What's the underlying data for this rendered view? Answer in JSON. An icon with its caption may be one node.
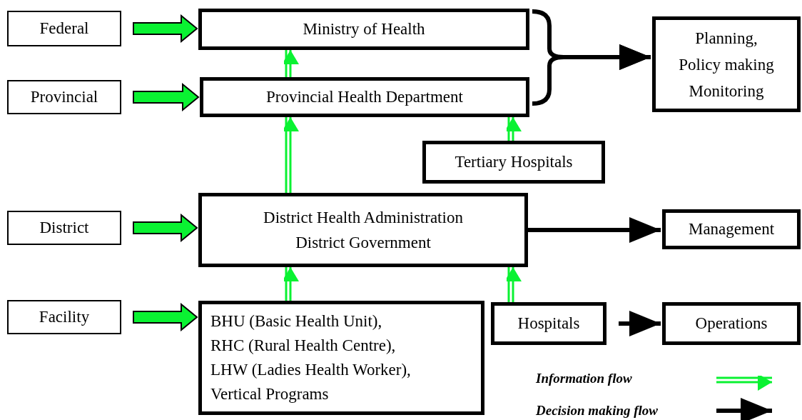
{
  "diagram": {
    "nodes": [
      {
        "text": [
          "Federal"
        ]
      },
      {
        "text": [
          "Ministry of Health"
        ]
      },
      {
        "text": [
          "Provincial"
        ]
      },
      {
        "text": [
          "Provincial Health Department"
        ]
      },
      {
        "text": [
          "Planning,",
          "Policy making",
          "Monitoring"
        ]
      },
      {
        "text": [
          "Tertiary Hospitals"
        ]
      },
      {
        "text": [
          "District"
        ]
      },
      {
        "text": [
          "District Health Administration",
          "District Government"
        ]
      },
      {
        "text": [
          "Management"
        ]
      },
      {
        "text": [
          "Facility"
        ]
      },
      {
        "text": [
          "BHU (Basic Health Unit),",
          "RHC (Rural Health Centre),",
          "LHW (Ladies Health Worker),",
          "Vertical Programs"
        ]
      },
      {
        "text": [
          "Hospitals"
        ]
      },
      {
        "text": [
          "Operations"
        ]
      }
    ],
    "edges": [
      {
        "from": 0,
        "to": 1,
        "arrow": "to",
        "style": "thick"
      },
      {
        "from": 2,
        "to": 3,
        "arrow": "to",
        "style": "thick"
      },
      {
        "from": 3,
        "to": 1,
        "arrow": "to"
      },
      {
        "from": 1,
        "to": 4,
        "arrow": "to",
        "style": "thick",
        "color": "#000000"
      },
      {
        "from": 3,
        "to": 4,
        "arrow": "to",
        "style": "thick",
        "color": "#000000"
      },
      {
        "from": 7,
        "to": 3,
        "arrow": "to"
      },
      {
        "from": 5,
        "to": 3,
        "arrow": "to"
      },
      {
        "from": 6,
        "to": 7,
        "arrow": "to",
        "style": "thick"
      },
      {
        "from": 7,
        "to": 8,
        "arrow": "to",
        "style": "thick",
        "color": "#000000"
      },
      {
        "from": 10,
        "to": 7,
        "arrow": "to"
      },
      {
        "from": 11,
        "to": 7,
        "arrow": "to"
      },
      {
        "from": 9,
        "to": 10,
        "arrow": "to",
        "style": "thick"
      },
      {
        "from": 11,
        "to": 12,
        "arrow": "to",
        "style": "thick",
        "color": "#000000"
      }
    ],
    "legend": [
      {
        "text": "Information flow"
      },
      {
        "text": "Decision making flow"
      }
    ]
  }
}
